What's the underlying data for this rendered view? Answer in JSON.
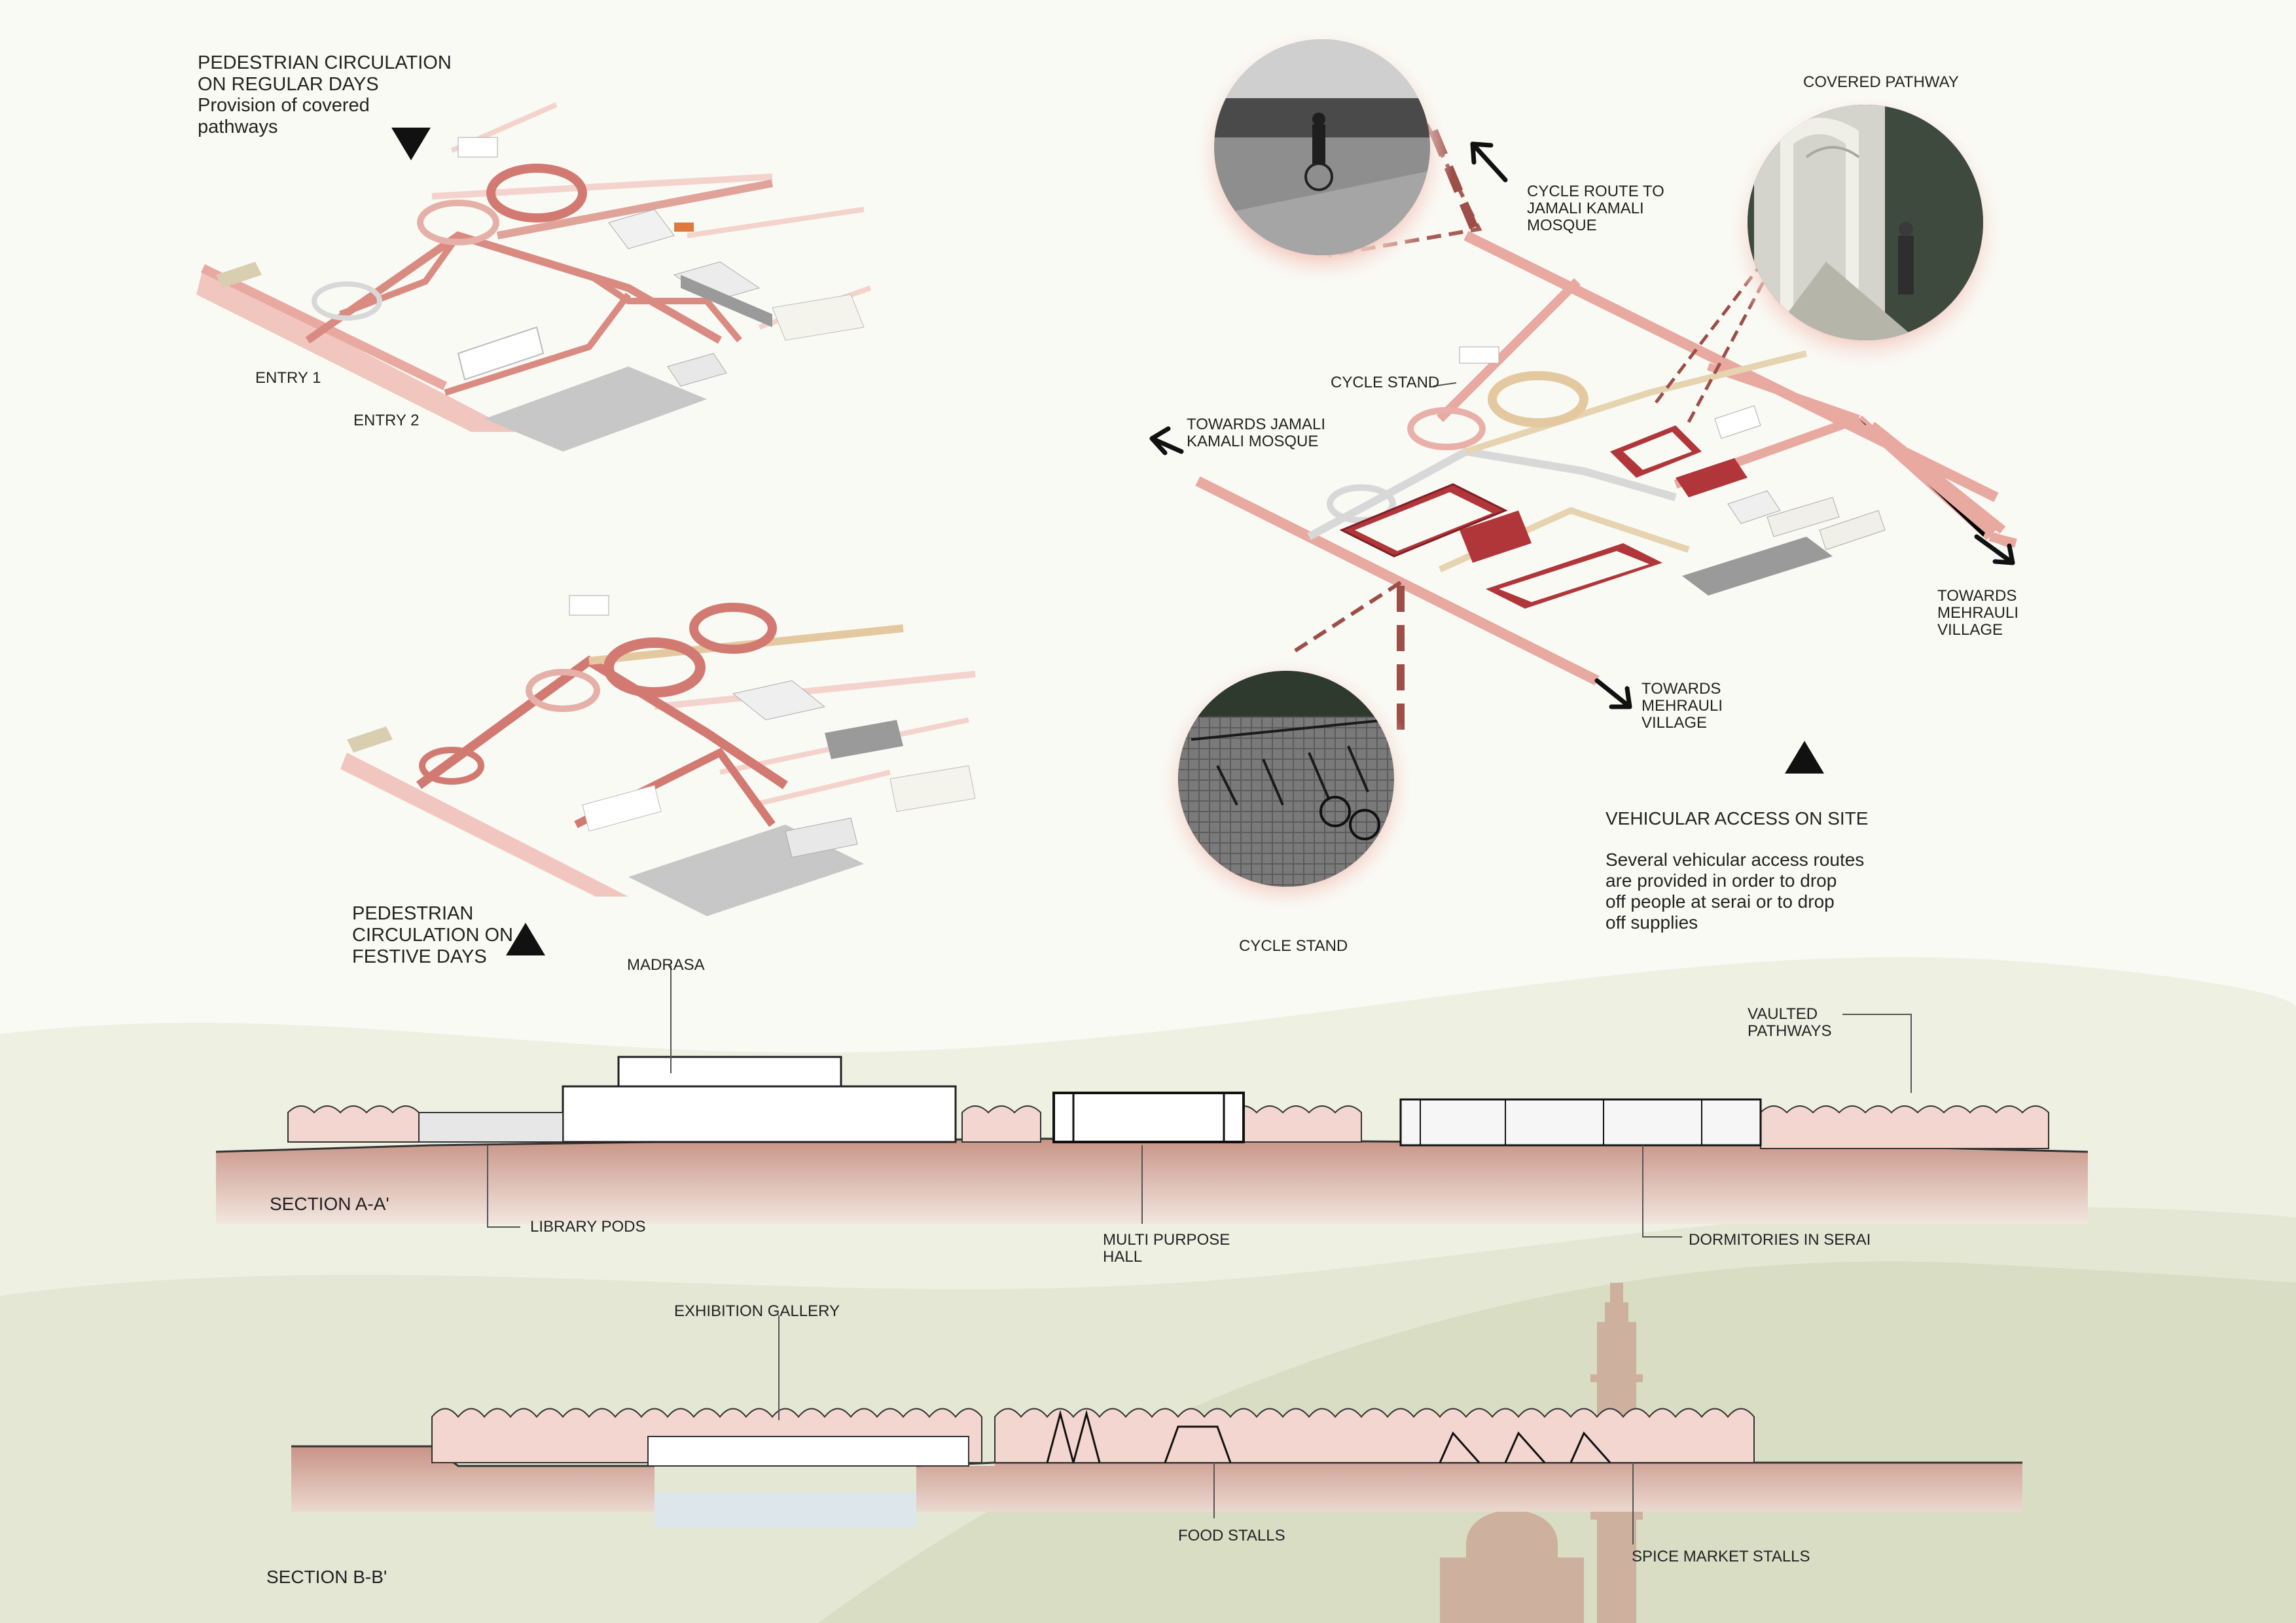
{
  "labels": {
    "ped_regular_title": "PEDESTRIAN CIRCULATION\nON REGULAR DAYS",
    "ped_regular_sub": "Provision of covered\npathways",
    "entry1": "ENTRY 1",
    "entry2": "ENTRY 2",
    "ped_festive": "PEDESTRIAN\nCIRCULATION ON\nFESTIVE DAYS",
    "covered_pathway": "COVERED PATHWAY",
    "cycle_route": "CYCLE ROUTE TO\nJAMALI KAMALI\nMOSQUE",
    "cycle_stand_top": "CYCLE STAND",
    "towards_jamali": "TOWARDS JAMALI\nKAMALI MOSQUE",
    "towards_mehrauli_right": "TOWARDS\nMEHRAULI\nVILLAGE",
    "towards_mehrauli_bottom": "TOWARDS\nMEHRAULI\nVILLAGE",
    "cycle_stand_bottom": "CYCLE STAND",
    "vehicular_title": "VEHICULAR ACCESS ON SITE",
    "vehicular_body": "Several vehicular access routes\nare provided in order to drop\noff people at serai or to drop\noff supplies",
    "madrasa": "MADRASA",
    "vaulted_pathways": "VAULTED\nPATHWAYS",
    "section_aa": "SECTION A-A'",
    "library_pods": "LIBRARY PODS",
    "multi_purpose_hall": "MULTI PURPOSE\nHALL",
    "dormitories": "DORMITORIES IN SERAI",
    "exhibition_gallery": "EXHIBITION GALLERY",
    "food_stalls": "FOOD STALLS",
    "spice_market": "SPICE MARKET STALLS",
    "section_bb": "SECTION B-B'"
  },
  "icons": {
    "north_arrow": "triangle",
    "direction_arrow": "arrow"
  },
  "colors": {
    "background": "#fafaf5",
    "pathway_pink": "#e8a9a0",
    "route_red": "#c9625c",
    "dark_red": "#b0363a",
    "ground": "#d7b3a8",
    "hill_green": "#e3e6d2",
    "building_grey": "#9a9a9a"
  }
}
